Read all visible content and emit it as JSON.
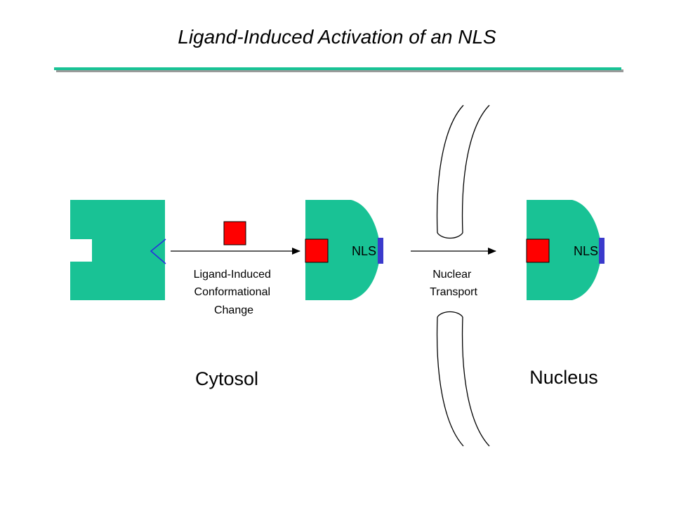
{
  "title": "Ligand-Induced Activation of an NLS",
  "colors": {
    "protein": "#19C295",
    "ligand": "#FF0000",
    "nls_bar": "#3A3ACC",
    "pocket_outline": "#2A2AE0",
    "rule": "#19C295",
    "rule_shadow": "#9A9A9A",
    "arrow": "#000000",
    "membrane": "#000000"
  },
  "labels": {
    "step1": [
      "Ligand-Induced",
      "Conformational",
      "Change"
    ],
    "step2": [
      "Nuclear",
      "Transport"
    ],
    "nls_middle": "NLS",
    "nls_right": "NLS",
    "compartment_left": "Cytosol",
    "compartment_right": "Nucleus"
  },
  "icons": {
    "inactive_receptor": "inactive-receptor-shape",
    "free_ligand": "ligand-square",
    "active_receptor": "active-receptor-shape",
    "nuclear_pore": "nuclear-envelope-arcs"
  }
}
